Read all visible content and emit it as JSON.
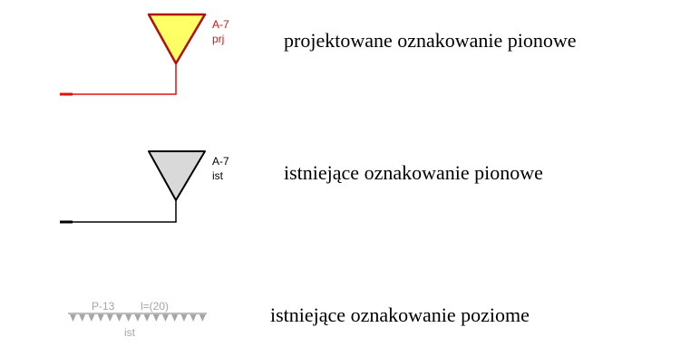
{
  "colors": {
    "projected": "#e01010",
    "projected_fill": "#ffff66",
    "existing": "#000000",
    "existing_fill": "#d9d9d9",
    "horizontal": "#a6a6a6"
  },
  "legend": [
    {
      "key": "projected_vertical",
      "sign_code": "A-7",
      "status": "prj",
      "description": "projektowane oznakowanie pionowe",
      "icon": "yield-sign-icon"
    },
    {
      "key": "existing_vertical",
      "sign_code": "A-7",
      "status": "ist",
      "description": "istniejące oznakowanie pionowe",
      "icon": "yield-sign-icon"
    },
    {
      "key": "existing_horizontal",
      "sign_code": "P-13",
      "length": "l=(20)",
      "status": "ist",
      "description": "istniejące oznakowanie poziome",
      "icon": "shark-teeth-marking-icon"
    }
  ]
}
